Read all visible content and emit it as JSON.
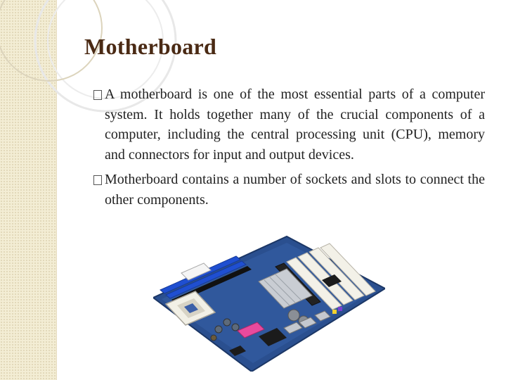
{
  "slide": {
    "title": "Motherboard",
    "bullets": [
      "A motherboard is one of the most essential parts of a computer system. It holds together many of the crucial components of a computer, including the central processing unit (CPU), memory and connectors for input and output devices.",
      "Motherboard contains a number of sockets and slots to connect the other components."
    ]
  },
  "colors": {
    "title": "#4a2a14",
    "sidebar": "#f3edd4",
    "board": "#2a4f8f"
  },
  "icons": {
    "bullet": "square-bullet-icon",
    "image": "motherboard-image"
  }
}
